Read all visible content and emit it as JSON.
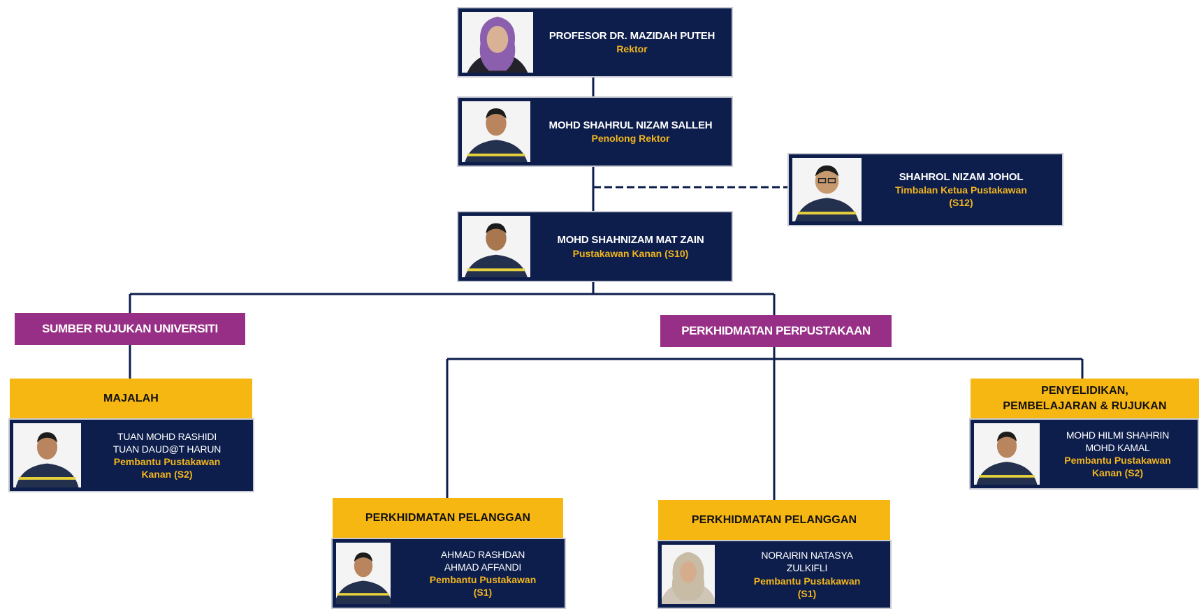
{
  "colors": {
    "card_bg": "#0d1e4c",
    "name_text": "#ffffff",
    "role_text": "#f2b51e",
    "unit_bg": "#972f86",
    "section_bg": "#f7b713",
    "connector": "#0d1e4c"
  },
  "people": {
    "rektor": {
      "name": "PROFESOR DR. MAZIDAH PUTEH",
      "role": "Rektor",
      "photo": "person-photo-hijab"
    },
    "penolong_rektor": {
      "name": "MOHD SHAHRUL NIZAM SALLEH",
      "role": "Penolong Rektor",
      "photo": "person-photo"
    },
    "timbalan": {
      "name": "SHAHROL NIZAM JOHOL",
      "role_1": "Timbalan Ketua Pustakawan",
      "role_2": "(S12)",
      "photo": "person-photo"
    },
    "pustakawan_kanan": {
      "name": "MOHD SHAHNIZAM MAT ZAIN",
      "role": "Pustakawan Kanan (S10)",
      "photo": "person-photo"
    },
    "majalah_staff": {
      "name_1": "TUAN MOHD RASHIDI",
      "name_2": "TUAN DAUD@T HARUN",
      "role_1": "Pembantu Pustakawan",
      "role_2": "Kanan (S2)",
      "photo": "person-photo"
    },
    "penyelidikan_staff": {
      "name_1": "MOHD HILMI SHAHRIN",
      "name_2": "MOHD KAMAL",
      "role_1": "Pembantu Pustakawan",
      "role_2": "Kanan (S2)",
      "photo": "person-photo"
    },
    "pelanggan_staff_1": {
      "name_1": "AHMAD RASHDAN",
      "name_2": "AHMAD AFFANDI",
      "role_1": "Pembantu Pustakawan",
      "role_2": "(S1)",
      "photo": "person-photo"
    },
    "pelanggan_staff_2": {
      "name_1": "NORAIRIN NATASYA",
      "name_2": "ZULKIFLI",
      "role_1": "Pembantu Pustakawan",
      "role_2": "(S1)",
      "photo": "person-photo-hijab"
    }
  },
  "units": {
    "sumber": "SUMBER RUJUKAN UNIVERSITI",
    "perkhidmatan": "PERKHIDMATAN PERPUSTAKAAN"
  },
  "sections": {
    "majalah": "MAJALAH",
    "penyelidikan_1": "PENYELIDIKAN,",
    "penyelidikan_2": "PEMBELAJARAN & RUJUKAN",
    "pelanggan_1": "PERKHIDMATAN PELANGGAN",
    "pelanggan_2": "PERKHIDMATAN PELANGGAN"
  }
}
